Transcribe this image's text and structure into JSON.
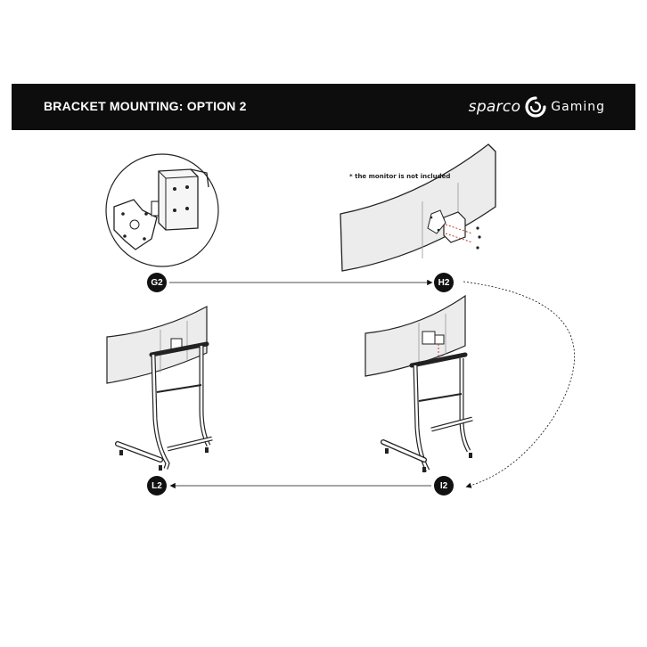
{
  "header": {
    "title": "BRACKET MOUNTING: OPTION 2",
    "brand_sparco": "sparco",
    "brand_gaming": "Gaming"
  },
  "note": "* the monitor is not included",
  "steps": {
    "g2": "G2",
    "h2": "H2",
    "i2": "I2",
    "l2": "L2"
  },
  "colors": {
    "header_bg": "#0d0d0d",
    "screen_fill": "#e9e9e9",
    "accent_red": "#c0392b"
  }
}
